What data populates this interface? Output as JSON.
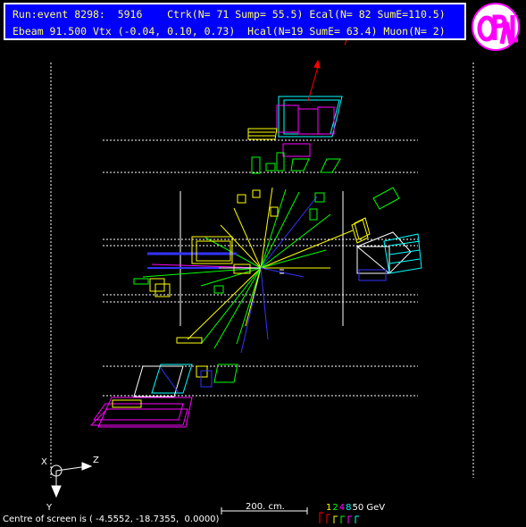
{
  "header": {
    "line1": "Run:event 8298:  5916    Ctrk(N= 71 Sump= 55.5) Ecal(N= 82 SumE=110.5)",
    "line2": "Ebeam 91.500 Vtx (-0.04, 0.10, 0.73)  Hcal(N=19 SumE= 63.4) Muon(N= 2)"
  },
  "logo": {
    "text": "OPAL",
    "name": "opal-logo"
  },
  "footer": {
    "centre": "Centre of screen is ( -4.5552, -18.7355,  0.0000)",
    "scale": "200. cm.",
    "energy_legend": [
      {
        "label": "1",
        "color": "#ffff00"
      },
      {
        "label": "2",
        "color": "#00ff00"
      },
      {
        "label": "4",
        "color": "#ff00ff"
      },
      {
        "label": "8",
        "color": "#00ffff"
      },
      {
        "label": "50 GeV",
        "color": "#ffffff"
      }
    ]
  },
  "axes": {
    "x": "X",
    "z": "Z",
    "y": "Y"
  },
  "colors": {
    "header_bg": "#0000ff",
    "header_text": "#ffff66",
    "track_yellow": "#ffff00",
    "track_green": "#00ff00",
    "track_blue": "#3333ff",
    "ecal_magenta": "#ff00ff",
    "hcal_cyan": "#00ffff",
    "muon_red": "#ff0000"
  }
}
